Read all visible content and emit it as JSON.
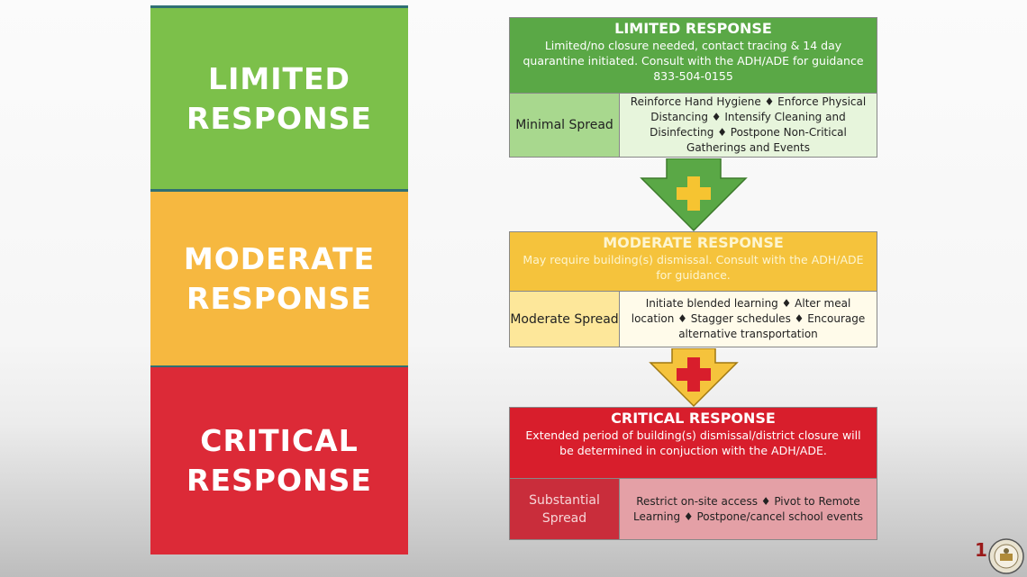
{
  "left_blocks": [
    {
      "line1": "LIMITED",
      "line2": "RESPONSE",
      "color": "#7cc04a"
    },
    {
      "line1": "MODERATE",
      "line2": "RESPONSE",
      "color": "#f6b840"
    },
    {
      "line1": "CRITICAL",
      "line2": "RESPONSE",
      "color": "#dc2a37"
    }
  ],
  "panels": {
    "limited": {
      "title": "LIMITED RESPONSE",
      "desc": "Limited/no closure needed, contact tracing & 14 day quarantine initiated.  Consult with the ADH/ADE for guidance 833-504-0155",
      "spread": "Minimal Spread",
      "actions": "Reinforce Hand Hygiene ♦ Enforce Physical Distancing ♦ Intensify Cleaning and Disinfecting ♦ Postpone Non-Critical Gatherings and Events"
    },
    "moderate": {
      "title": "MODERATE RESPONSE",
      "desc": "May require building(s) dismissal.  Consult with the ADH/ADE for guidance.",
      "spread": "Moderate Spread",
      "actions": "Initiate blended learning ♦ Alter meal location ♦ Stagger schedules ♦ Encourage alternative transportation"
    },
    "critical": {
      "title": "CRITICAL RESPONSE",
      "desc": "Extended period of building(s) dismissal/district closure will be determined in conjuction with the ADH/ADE.",
      "spread": "Substantial Spread",
      "actions": "Restrict on-site access ♦ Pivot to Remote Learning ♦ Postpone/cancel school events"
    }
  },
  "arrows": [
    {
      "name": "green-arrow",
      "color": "#5aa846",
      "plus_color": "#f6c431",
      "icon": "plus-icon"
    },
    {
      "name": "yellow-arrow",
      "color": "#f5c33c",
      "plus_color": "#d81e2c",
      "icon": "red-cross-icon"
    }
  ],
  "footer": {
    "page_number": "1",
    "seal_icon": "state-seal-icon"
  }
}
